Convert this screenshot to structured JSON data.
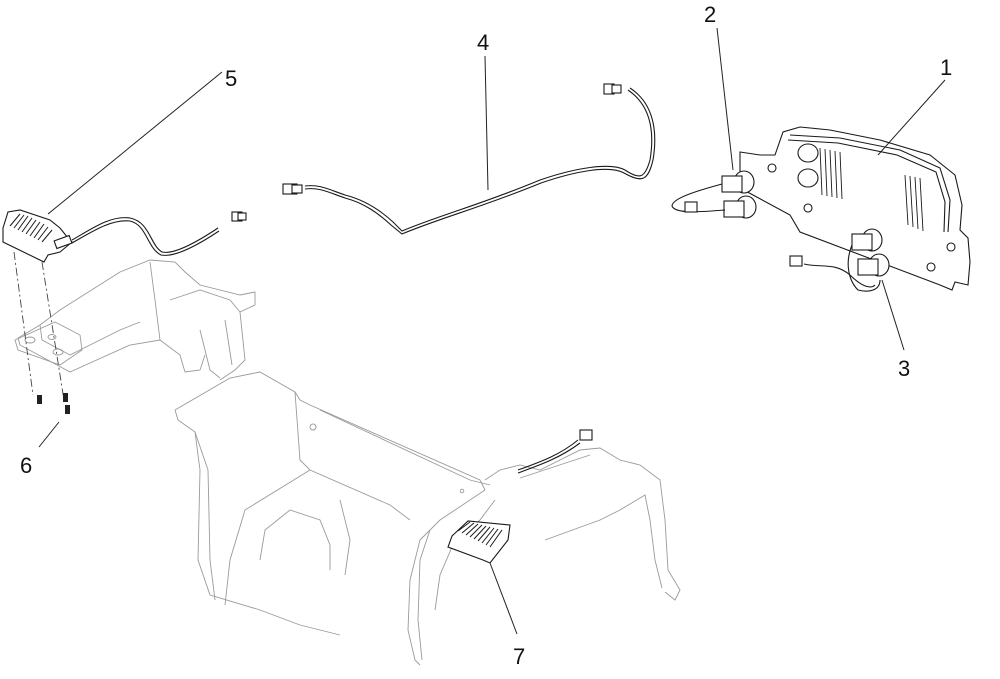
{
  "diagram": {
    "type": "exploded-parts-view",
    "callouts": [
      {
        "id": "1",
        "label": "1",
        "part": "housing"
      },
      {
        "id": "2",
        "label": "2",
        "part": "socket-pair-left"
      },
      {
        "id": "3",
        "label": "3",
        "part": "socket-pair-right"
      },
      {
        "id": "4",
        "label": "4",
        "part": "wire-harness"
      },
      {
        "id": "5",
        "label": "5",
        "part": "foot-pedal-left"
      },
      {
        "id": "6",
        "label": "6",
        "part": "screws"
      },
      {
        "id": "7",
        "label": "7",
        "part": "foot-pedal-right"
      }
    ],
    "colors": {
      "line": "#1a1a1a",
      "ghost": "#9a9a9a",
      "background": "#ffffff"
    }
  }
}
